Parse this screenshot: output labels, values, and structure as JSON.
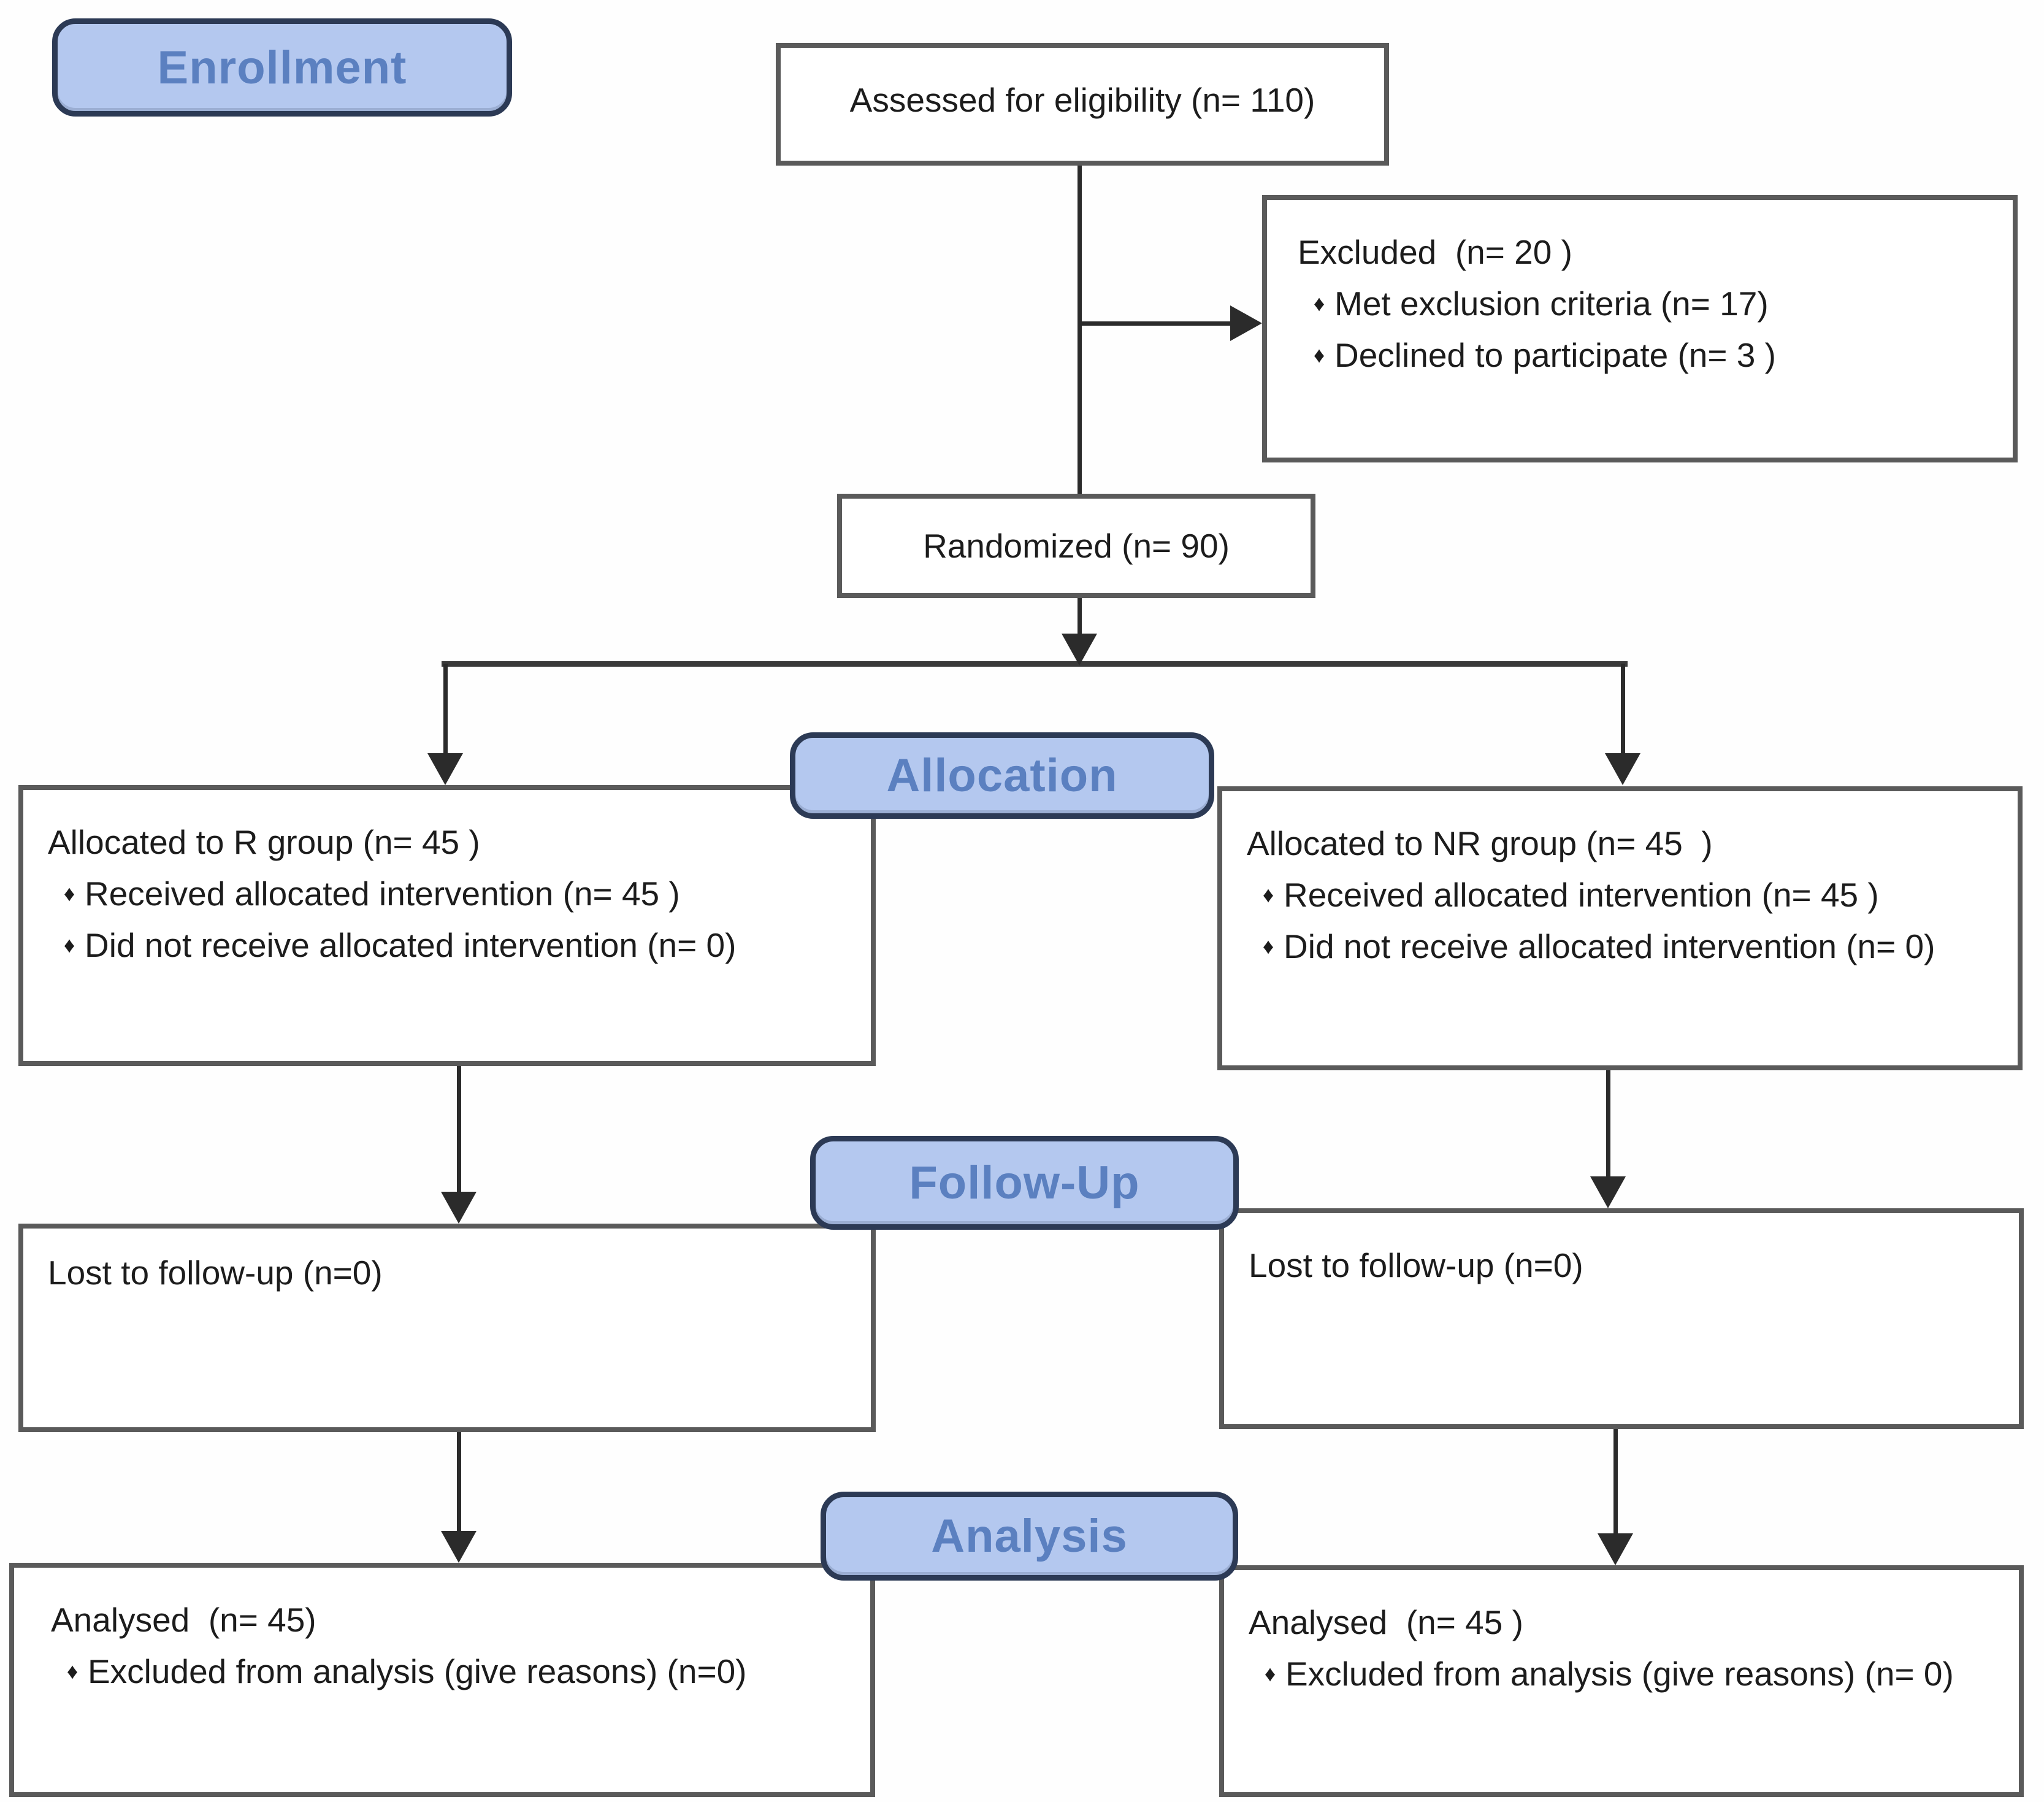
{
  "flow": {
    "phases": {
      "enrollment": "Enrollment",
      "allocation": "Allocation",
      "followup": "Follow-Up",
      "analysis": "Analysis"
    },
    "bullet": "♦",
    "boxes": {
      "assessed": {
        "text": "Assessed for eligibility (n= 110)"
      },
      "excluded": {
        "title": "Excluded  (n= 20 )",
        "items": [
          "Met exclusion criteria (n= 17)",
          "Declined to participate (n= 3 )"
        ]
      },
      "randomized": {
        "text": "Randomized (n= 90)"
      },
      "alloc_left": {
        "title": "Allocated to R group (n= 45 )",
        "items": [
          "Received allocated intervention (n= 45 )",
          "Did not receive allocated intervention (n= 0)"
        ]
      },
      "alloc_right": {
        "title": "Allocated to NR group (n= 45  )",
        "items": [
          "Received allocated intervention (n= 45 )",
          "Did not receive allocated intervention (n= 0)"
        ]
      },
      "fu_left": {
        "title": "Lost to follow-up (n=0)"
      },
      "fu_right": {
        "title": "Lost to follow-up (n=0)"
      },
      "an_left": {
        "title": "Analysed  (n= 45)",
        "items": [
          "Excluded from analysis (give reasons) (n=0)"
        ]
      },
      "an_right": {
        "title": "Analysed  (n= 45 )",
        "items": [
          "Excluded from analysis (give reasons) (n= 0)"
        ]
      }
    },
    "colors": {
      "phase_fill": "#b4c8ef",
      "phase_border": "#2c3a55",
      "phase_text": "#5b80c0",
      "box_border": "#5a5a5a",
      "line_color": "#2b2b2b",
      "text_color": "#1c1c1c"
    }
  }
}
